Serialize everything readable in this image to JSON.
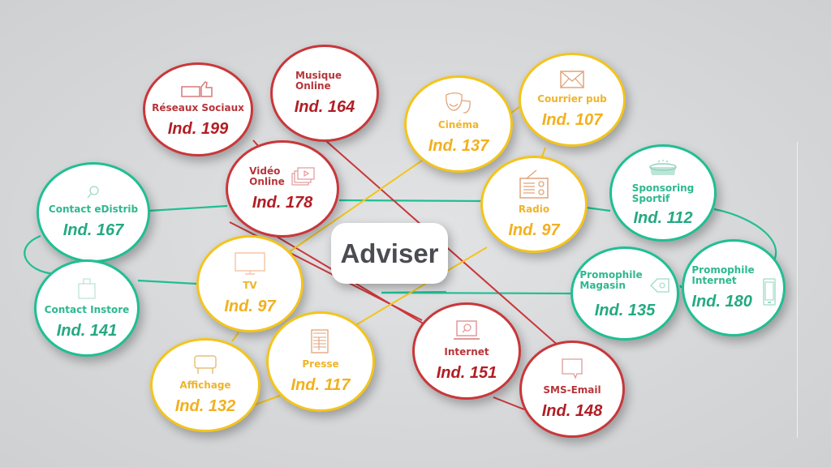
{
  "center": {
    "label": "Adviser"
  },
  "colors": {
    "red": "#c9373a",
    "yellow": "#f3c41d",
    "green": "#1fbf93",
    "background": "#d8d9db",
    "center_text": "#4a4c52"
  },
  "groups": {
    "red": {
      "reseaux": {
        "label": "Réseaux Sociaux",
        "value": "Ind. 199",
        "icon": "thumbs-up-icon"
      },
      "musique": {
        "label_line1": "Musique",
        "label_line2": "Online",
        "value": "Ind. 164"
      },
      "video": {
        "label_line1": "Vidéo",
        "label_line2": "Online",
        "value": "Ind. 178",
        "icon": "video-stack-icon"
      },
      "internet": {
        "label": "Internet",
        "value": "Ind. 151",
        "icon": "laptop-search-icon"
      },
      "sms": {
        "label": "SMS-Email",
        "value": "Ind. 148",
        "icon": "chat-bubble-icon"
      }
    },
    "yellow": {
      "cinema": {
        "label": "Cinéma",
        "value": "Ind. 137",
        "icon": "theater-masks-icon"
      },
      "courrier": {
        "label": "Courrier pub",
        "value": "Ind. 107",
        "icon": "envelope-icon"
      },
      "radio": {
        "label": "Radio",
        "value": "Ind. 97",
        "icon": "radio-icon"
      },
      "tv": {
        "label": "TV",
        "value": "Ind. 97",
        "icon": "tv-icon"
      },
      "affichage": {
        "label": "Affichage",
        "value": "Ind. 132",
        "icon": "billboard-icon"
      },
      "presse": {
        "label": "Presse",
        "value": "Ind. 117",
        "icon": "newspaper-icon"
      }
    },
    "green": {
      "edistrib": {
        "label": "Contact eDistrib",
        "value": "Ind. 167",
        "icon": "search-icon"
      },
      "instore": {
        "label": "Contact Instore",
        "value": "Ind. 141",
        "icon": "shopping-bag-icon"
      },
      "sponsoring": {
        "label_line1": "Sponsoring",
        "label_line2": "Sportif",
        "value": "Ind. 112",
        "icon": "stadium-icon"
      },
      "promo_magasin": {
        "label_line1": "Promophile",
        "label_line2": "Magasin",
        "value": "Ind. 135",
        "icon": "price-tag-icon"
      },
      "promo_internet": {
        "label_line1": "Promophile",
        "label_line2": "Internet",
        "value": "Ind. 180",
        "icon": "smartphone-icon"
      }
    }
  }
}
